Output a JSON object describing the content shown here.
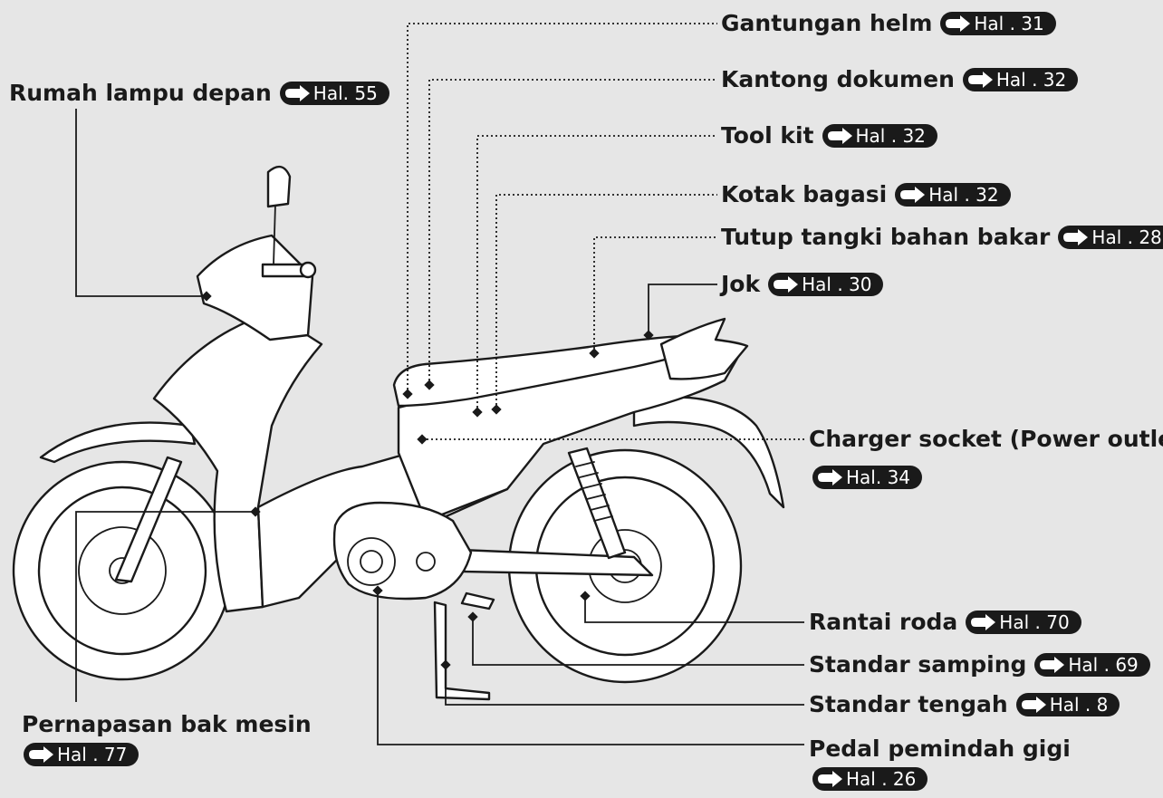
{
  "ref_prefix": "Hal",
  "callouts": [
    {
      "id": "gantungan-helm",
      "label": "Gantungan helm",
      "page": "Hal . 31"
    },
    {
      "id": "kantong-dokumen",
      "label": "Kantong dokumen",
      "page": "Hal . 32"
    },
    {
      "id": "tool-kit",
      "label": "Tool kit",
      "page": "Hal . 32"
    },
    {
      "id": "kotak-bagasi",
      "label": "Kotak bagasi",
      "page": "Hal . 32"
    },
    {
      "id": "tutup-tangki",
      "label": "Tutup tangki bahan bakar",
      "page": "Hal . 28"
    },
    {
      "id": "jok",
      "label": "Jok",
      "page": "Hal . 30"
    },
    {
      "id": "rumah-lampu",
      "label": "Rumah lampu depan",
      "page": "Hal. 55"
    },
    {
      "id": "charger-socket",
      "label": "Charger socket (Power outlet)",
      "page": "Hal. 34"
    },
    {
      "id": "rantai-roda",
      "label": "Rantai roda",
      "page": "Hal . 70"
    },
    {
      "id": "standar-samping",
      "label": "Standar samping",
      "page": "Hal . 69"
    },
    {
      "id": "standar-tengah",
      "label": "Standar tengah",
      "page": "Hal . 8"
    },
    {
      "id": "pedal-gigi",
      "label": "Pedal pemindah gigi",
      "page": "Hal . 26"
    },
    {
      "id": "pernapasan-mesin",
      "label": "Pernapasan bak mesin",
      "page": "Hal . 77"
    }
  ],
  "colors": {
    "background": "#e6e6e6",
    "ink": "#1a1a1a",
    "badge_text": "#ffffff"
  },
  "icons": {
    "page_reference": "arrow-right-icon"
  }
}
